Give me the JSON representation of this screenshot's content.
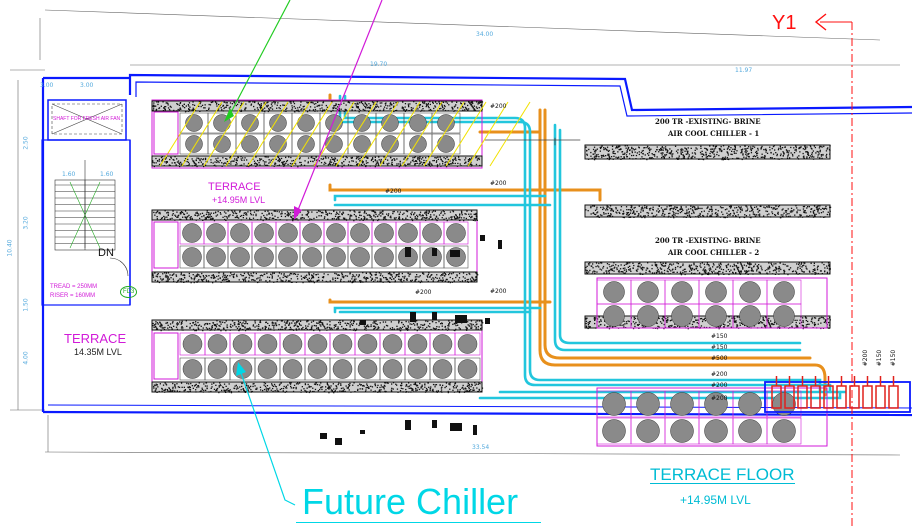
{
  "callouts": {
    "y1": "Y1",
    "future_chiller": "Future Chiller"
  },
  "dimensions": {
    "overall": "34.00",
    "left_seg": "19.70",
    "right_seg": "11.97",
    "bottom": "33.54",
    "left_height": "10.40",
    "top_small_a": "3.00",
    "top_small_b": "3.00",
    "stair_w1": "1.60",
    "stair_w2": "1.60",
    "seg_a": "2.50",
    "seg_b": "3.20",
    "seg_c": "1.50",
    "seg_d": "4.00"
  },
  "labels": {
    "shaft": "SHAFT FOR FRESH AIR FAN",
    "dn": "DN",
    "tread": "TREAD = 250MM",
    "riser": "RISER = 160MM",
    "door_tag": "FD3",
    "terrace_left_title": "TERRACE",
    "terrace_left_level": "14.35M LVL",
    "terrace_mid_title": "TERRACE",
    "terrace_mid_level": "+14.95M LVL",
    "terrace_floor_title": "TERRACE FLOOR",
    "terrace_floor_level": "+14.95M LVL",
    "chiller1_line1": "200 TR -EXISTING- BRINE",
    "chiller1_line2": "AIR COOL CHILLER - 1",
    "chiller2_line1": "200 TR -EXISTING- BRINE",
    "chiller2_line2": "AIR COOL CHILLER - 2"
  },
  "pipe_tags": {
    "top_200": "#200",
    "mid1_200": "#200",
    "mid2_200": "#200",
    "mid3_200": "#200",
    "mid4_200": "#200",
    "r150a": "#150",
    "r150b": "#150",
    "r500": "#500",
    "r200a": "#200",
    "r200b": "#200",
    "r200c": "#200",
    "v200": "#200",
    "v150a": "#150",
    "v150b": "#150"
  },
  "colors": {
    "wall": "#0a1aff",
    "magenta": "#d11ad8",
    "cyan_pipe": "#22c6dd",
    "orange_pipe": "#e8901c",
    "red_valve": "#e0201c",
    "grey_fan": "#8a8a8a",
    "green_leader": "#22cc22",
    "section_red": "#ff1010"
  }
}
